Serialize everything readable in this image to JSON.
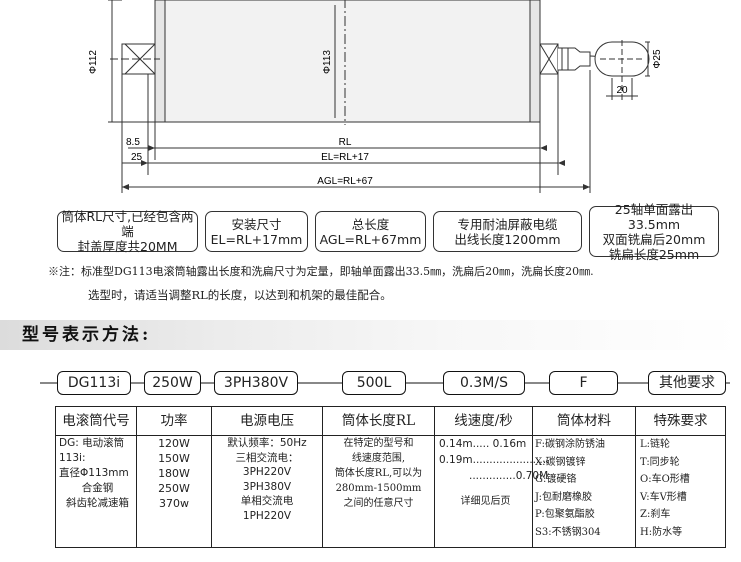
{
  "drawing": {
    "dim_diameter_end": "Φ112",
    "dim_diameter_tube": "Φ113",
    "dim_rl": "RL",
    "dim_8_5": "8.5",
    "dim_25": "25",
    "dim_el": "EL=RL+17",
    "dim_agl": "AGL=RL+67",
    "dim_shaft_dia": "Φ25",
    "dim_flat": "20"
  },
  "callouts": {
    "c1_line1": "筒体RL尺寸,已经包含两端",
    "c1_line2": "封盖厚度共20MM",
    "c2_line1": "安装尺寸",
    "c2_line2": "EL=RL+17mm",
    "c3_line1": "总长度",
    "c3_line2": "AGL=RL+67mm",
    "c4_line1": "专用耐油屏蔽电缆",
    "c4_line2": "出线长度1200mm",
    "c5_line1": "25轴单面露出33.5mm",
    "c5_line2": "双面铣扁后20mm",
    "c5_line3": "铣扁长度25mm"
  },
  "notes": {
    "line1": "※注：标准型DG113电滚筒轴露出长度和洗扁尺寸为定量，即轴单面露出33.5㎜，洗扁后20㎜，洗扁长度20㎜.",
    "line2": "选型时，请适当调整RL的长度，以达到和机架的最佳配合。"
  },
  "section_title": "型号表示方法:",
  "codes": {
    "c1": "DG113i",
    "c2": "250W",
    "c3": "3PH380V",
    "c4": "500L",
    "c5": "0.3M/S",
    "c6": "F",
    "c7": "其他要求"
  },
  "table": {
    "headers": [
      "电滚筒代号",
      "功率",
      "电源电压",
      "筒体长度RL",
      "线速度/秒",
      "筒体材料",
      "特殊要求"
    ],
    "col1": [
      "DG: 电动滚筒",
      "113i:",
      "直径Φ113mm",
      "合金钢",
      "斜齿轮减速箱"
    ],
    "col2": [
      "120W",
      "150W",
      "180W",
      "250W",
      "370w"
    ],
    "col3": [
      "默认频率：50Hz",
      "三相交流电：",
      "3PH220V",
      "3PH380V",
      "单相交流电",
      "1PH220V"
    ],
    "col4": [
      "在特定的型号和",
      "线速度范围,",
      "筒体长度RL,可以为",
      "280mm-1500mm",
      "之间的任意尺寸"
    ],
    "col5": [
      "0.14m..... 0.16m",
      "0.19m.......................",
      "..............0.70M",
      "",
      "详细见后页"
    ],
    "col6": [
      "F:碳钢涂防锈油",
      "X:碳钢镀锌",
      "G:镀硬铬",
      "J:包耐磨橡胶",
      "P:包聚氨酯胶",
      "S3:不锈钢304"
    ],
    "col7": [
      "L:链轮",
      "T:同步轮",
      "O:车O形槽",
      "V:车V形槽",
      "Z:刹车",
      "H:防水等"
    ]
  }
}
